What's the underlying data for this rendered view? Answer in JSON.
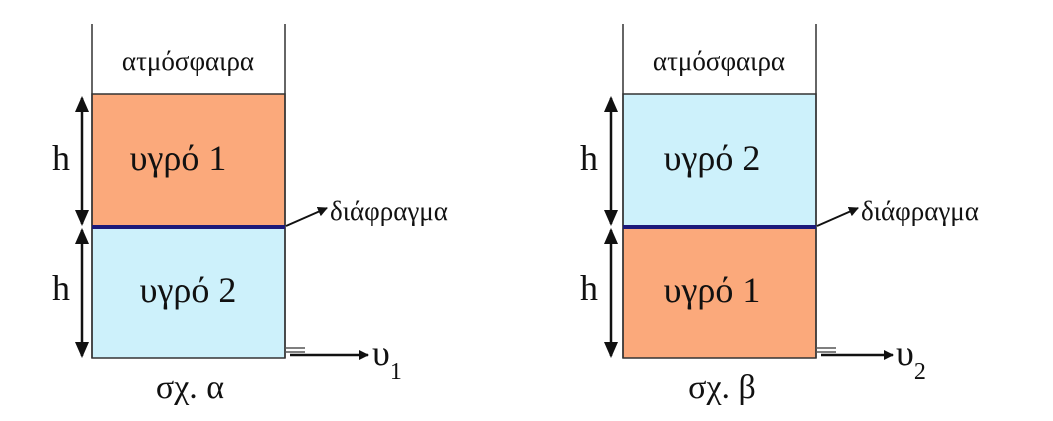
{
  "colors": {
    "liquid1": "#FBA97B",
    "liquid2": "#CDF1FB",
    "diaphragm": "#1C1A7A"
  },
  "figures": [
    {
      "atmosphere": "ατμόσφαιρα",
      "top_liquid": "υγρό 1",
      "bottom_liquid": "υγρό 2",
      "height_top": "h",
      "height_bottom": "h",
      "diaphragm": "διάφραγμα",
      "velocity": "υ",
      "velocity_sub": "1",
      "caption": "σχ. α"
    },
    {
      "atmosphere": "ατμόσφαιρα",
      "top_liquid": "υγρό 2",
      "bottom_liquid": "υγρό 1",
      "height_top": "h",
      "height_bottom": "h",
      "diaphragm": "διάφραγμα",
      "velocity": "υ",
      "velocity_sub": "2",
      "caption": "σχ. β"
    }
  ]
}
